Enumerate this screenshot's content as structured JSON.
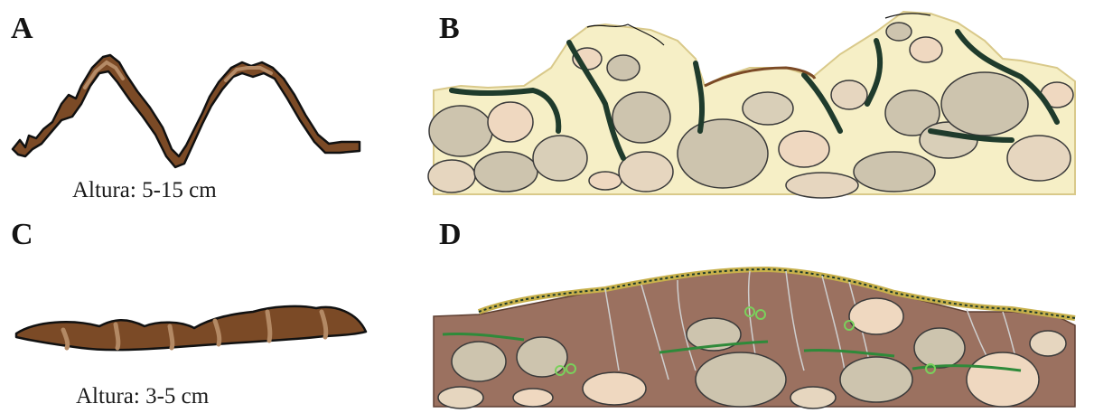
{
  "panels": [
    {
      "letter": "A",
      "caption": "Altura: 5-15 cm"
    },
    {
      "letter": "B"
    },
    {
      "letter": "C",
      "caption": "Altura: 3-5 cm"
    },
    {
      "letter": "D"
    }
  ],
  "colors": {
    "crust_brown": "#7b4a26",
    "crust_highlight": "#a9805c",
    "stone_fill": "#cdc4ae",
    "stone_light": "#efd8c0",
    "sand_bg": "#f6efc6",
    "soil_bg": "#9b7160",
    "moss_dark": "#1f3b2c",
    "moss_green": "#2f8a3a"
  }
}
